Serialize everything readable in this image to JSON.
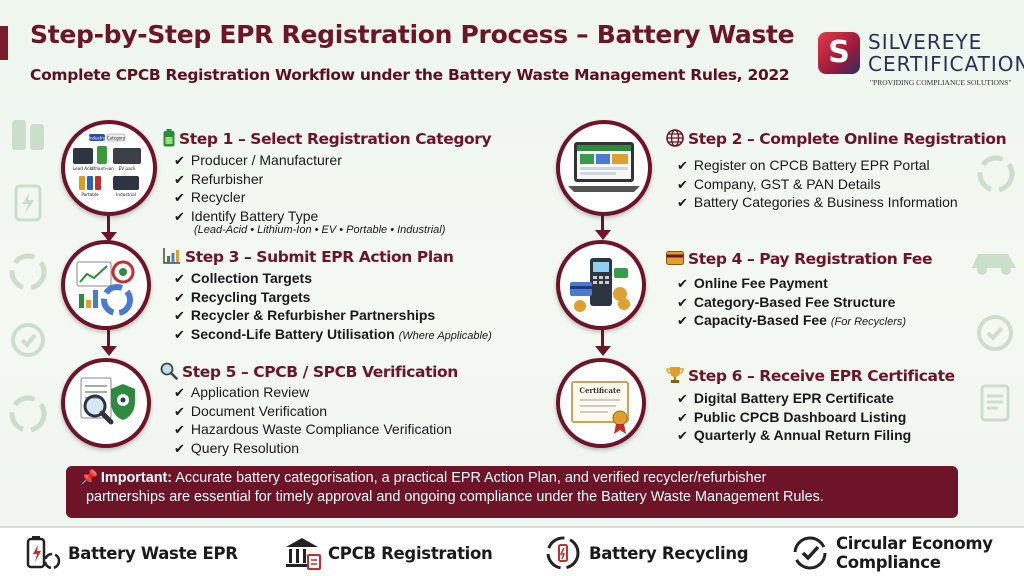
{
  "header": {
    "title": "Step-by-Step EPR Registration Process – Battery Waste",
    "subtitle": "Complete CPCB Registration Workflow under the Battery Waste Management Rules, 2022"
  },
  "logo": {
    "line1": "SILVEREYE",
    "line2": "CERTIFICATIONS",
    "tagline": "\"PROVIDING COMPLIANCE SOLUTIONS\""
  },
  "step1": {
    "title": "Step 1 – Select Registration Category",
    "items": [
      "Producer / Manufacturer",
      "Refurbisher",
      "Recycler",
      "Identify Battery Type"
    ],
    "note": "(Lead-Acid • Lithium-Ion • EV • Portable • Industrial)",
    "illus": {
      "tag1": "Industry",
      "tag2": "Category",
      "b1": "Lead Acid",
      "b2": "Lithium-ion",
      "b3": "EV pack",
      "b4": "Portable",
      "b5": "Industrial"
    }
  },
  "step2": {
    "title": "Step 2 – Complete Online Registration",
    "items": [
      "Register on CPCB Battery EPR Portal",
      "Company, GST & PAN Details",
      "Battery Categories & Business Information"
    ]
  },
  "step3": {
    "title": "Step 3 – Submit EPR Action Plan",
    "items": [
      "Collection Targets",
      "Recycling Targets",
      "Recycler & Refurbisher Partnerships",
      "Second-Life Battery Utilisation"
    ],
    "item4_note": "(Where Applicable)"
  },
  "step4": {
    "title": "Step 4 – Pay Registration Fee",
    "items": [
      "Online Fee Payment",
      "Category-Based Fee Structure",
      "Capacity-Based Fee"
    ],
    "item3_note": "(For Recyclers)"
  },
  "step5": {
    "title": "Step 5 – CPCB / SPCB Verification",
    "items": [
      "Application Review",
      "Document Verification",
      "Hazardous Waste Compliance Verification",
      "Query Resolution"
    ]
  },
  "step6": {
    "title": "Step 6 – Receive EPR Certificate",
    "items": [
      "Digital Battery EPR Certificate",
      "Public CPCB Dashboard Listing",
      "Quarterly & Annual Return Filing"
    ],
    "cert_label": "Certificate"
  },
  "important": {
    "label": "Important:",
    "line1": "Accurate battery categorisation, a practical EPR Action Plan, and verified recycler/refurbisher",
    "line2": "partnerships are essential for timely approval and ongoing compliance under the Battery Waste Management Rules."
  },
  "footer": {
    "items": [
      "Battery Waste EPR",
      "CPCB Registration",
      "Battery Recycling",
      "Circular Economy Compliance"
    ]
  },
  "colors": {
    "maroon": "#6e1428",
    "green": "#2e8b3e",
    "background": "#eef6ee"
  },
  "icons": [
    "battery-icon",
    "globe-icon",
    "chart-icon",
    "card-icon",
    "magnifier-icon",
    "trophy-icon",
    "pin-icon",
    "bank-icon",
    "recycle-icon",
    "check-cycle-icon"
  ]
}
